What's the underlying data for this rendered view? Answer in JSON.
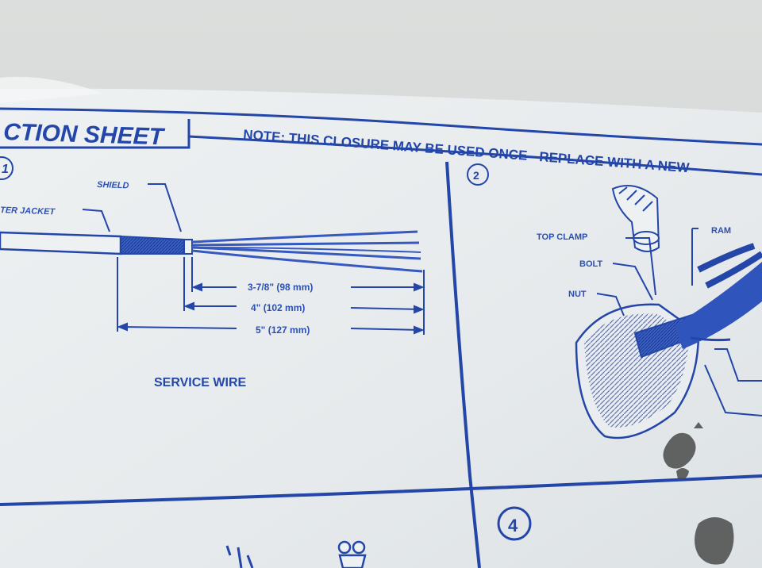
{
  "header": {
    "title": "CTION SHEET",
    "note": "NOTE: THIS CLOSURE MAY BE USED ONCE - REPLACE WITH A NEW"
  },
  "panel1": {
    "number": "1",
    "shield_label": "SHIELD",
    "jacket_label": "TER JACKET",
    "dim1": "3-7/8\" (98 mm)",
    "dim2": "4\" (102 mm)",
    "dim3": "5\" (127 mm)",
    "caption": "SERVICE WIRE"
  },
  "panel2": {
    "number": "2",
    "top_clamp": "TOP CLAMP",
    "ram": "RAM",
    "bolt": "BOLT",
    "nut": "NUT"
  },
  "panel4": {
    "number": "4"
  },
  "colors": {
    "ink": "#2346a8",
    "paper": "#eef1f2",
    "background": "#d9dcdc"
  }
}
